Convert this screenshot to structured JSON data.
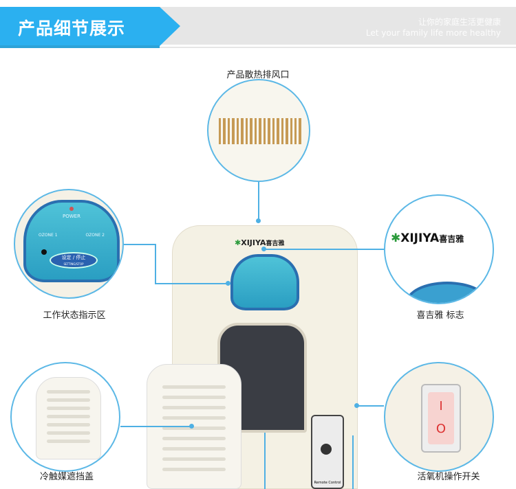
{
  "header": {
    "title": "产品细节展示",
    "slogan_cn": "让你的家庭生活更健康",
    "slogan_en": "Let your family life more healthy"
  },
  "callouts": {
    "vent": "产品散热排风口",
    "indicator": "工作状态指示区",
    "logo": "喜吉雅 标志",
    "cover": "冷触媒遮挡盖",
    "switch": "活氧机操作开关"
  },
  "panel": {
    "power": "POWER",
    "ozone1": "OZONE 1",
    "ozone2": "OZONE 2",
    "button_cn": "设定 / 停止",
    "button_en": "SETTING/STOP"
  },
  "brand": {
    "name": "XIJIYA",
    "name_cn": "喜吉雅"
  },
  "switch": {
    "on": "I",
    "off": "O"
  },
  "remote": {
    "label": "Remote Control"
  },
  "colors": {
    "accent": "#2bb0f0",
    "line": "#4eb0e4"
  }
}
